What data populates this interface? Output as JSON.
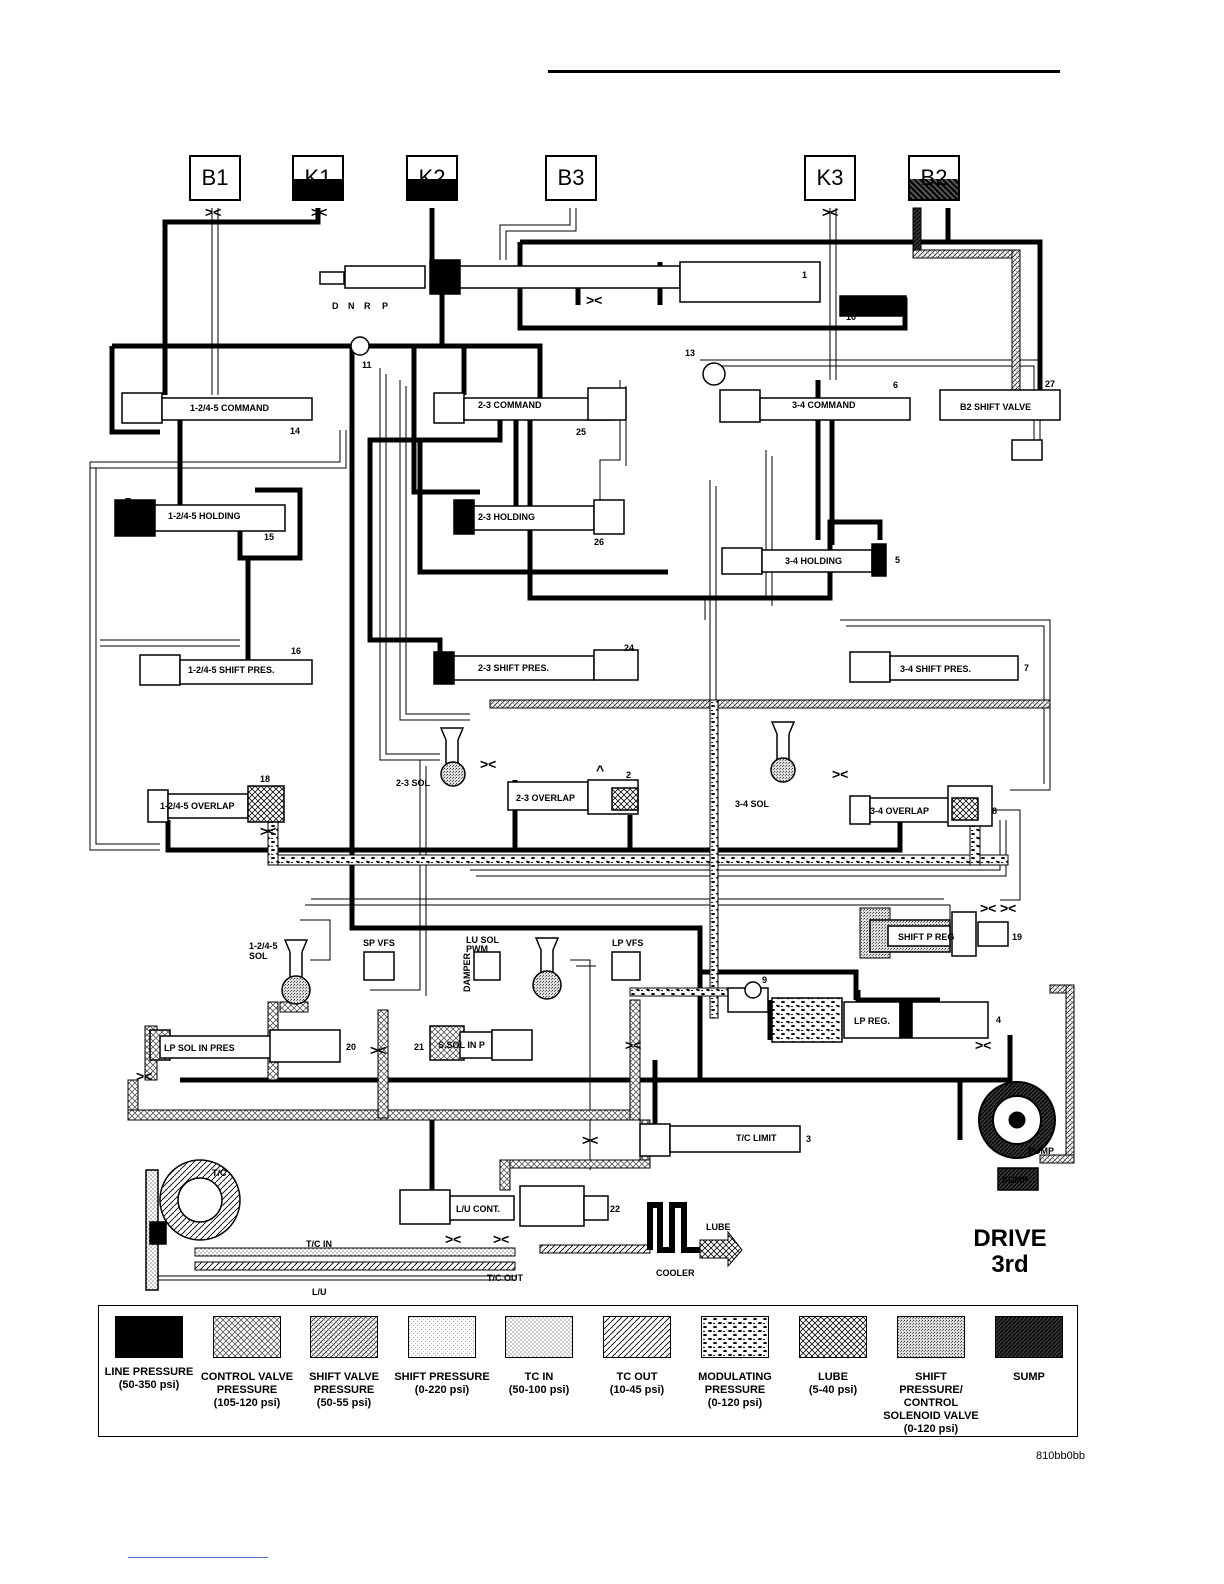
{
  "clutches": [
    {
      "label": "B1"
    },
    {
      "label": "K1"
    },
    {
      "label": "K2"
    },
    {
      "label": "B3"
    },
    {
      "label": "K3"
    },
    {
      "label": "B2"
    }
  ],
  "selector_positions": [
    "D",
    "N",
    "R",
    "P"
  ],
  "valves": {
    "cmd_1245": "1-2/4-5 COMMAND",
    "cmd_23": "2-3 COMMAND",
    "cmd_34": "3-4 COMMAND",
    "b2_shift": "B2 SHIFT VALVE",
    "hold_1245": "1-2/4-5 HOLDING",
    "hold_23": "2-3 HOLDING",
    "hold_34": "3-4 HOLDING",
    "sp_1245": "1-2/4-5 SHIFT PRES.",
    "sp_23": "2-3 SHIFT PRES.",
    "sp_34": "3-4 SHIFT PRES.",
    "ov_1245": "1-2/4-5 OVERLAP",
    "ov_23": "2-3 OVERLAP",
    "ov_34": "3-4 OVERLAP",
    "shift_p_reg": "SHIFT P REG",
    "lp_reg": "LP REG.",
    "lp_sol_in": "LP SOL IN PRES",
    "s_sol_in": "S.SOL IN P",
    "tc_limit": "T/C LIMIT",
    "lu_cont": "L/U CONT."
  },
  "solenoids": {
    "sol_23": "2-3 SOL",
    "sol_34": "3-4 SOL",
    "sol_1245_a": "1-2/4-5",
    "sol_1245_b": "SOL",
    "sp_vfs": "SP VFS",
    "lu_sol_a": "LU SOL",
    "lu_sol_b": "PWM",
    "lp_vfs": "LP VFS",
    "damper": "DAMPER"
  },
  "misc_labels": {
    "pump": "PUMP",
    "sump": "SUMP",
    "tc": "T/C",
    "tc_in": "T/C IN",
    "tc_out": "T/C OUT",
    "lu": "L/U",
    "cooler": "COOLER",
    "lube": "LUBE"
  },
  "numbers": [
    "1",
    "2",
    "3",
    "4",
    "5",
    "6",
    "7",
    "8",
    "9",
    "10",
    "11",
    "13",
    "14",
    "15",
    "16",
    "18",
    "19",
    "20",
    "21",
    "22",
    "24",
    "25",
    "26",
    "27"
  ],
  "drive_title": {
    "line1": "DRIVE",
    "line2": "3rd"
  },
  "legend": [
    {
      "name": "LINE PRESSURE",
      "range": "(50-350 psi)",
      "pattern": "line"
    },
    {
      "name": "CONTROL VALVE PRESSURE",
      "range": "(105-120 psi)",
      "pattern": "control"
    },
    {
      "name": "SHIFT VALVE PRESSURE",
      "range": "(50-55 psi)",
      "pattern": "shiftvalve"
    },
    {
      "name": "SHIFT PRESSURE",
      "range": "(0-220 psi)",
      "pattern": "shift"
    },
    {
      "name": "TC IN",
      "range": "(50-100 psi)",
      "pattern": "tcin"
    },
    {
      "name": "TC OUT",
      "range": "(10-45 psi)",
      "pattern": "tcout"
    },
    {
      "name": "MODULATING PRESSURE",
      "range": "(0-120 psi)",
      "pattern": "modulating"
    },
    {
      "name": "LUBE",
      "range": "(5-40 psi)",
      "pattern": "lube"
    },
    {
      "name": "SHIFT PRESSURE/ CONTROL SOLENOID VALVE",
      "range": "(0-120 psi)",
      "pattern": "shiftsol"
    },
    {
      "name": "SUMP",
      "range": "",
      "pattern": "sump"
    }
  ],
  "figure_code": "810bb0bb",
  "colors": {
    "line": "#000000",
    "paper": "#ffffff",
    "link": "#4a6cd4"
  }
}
